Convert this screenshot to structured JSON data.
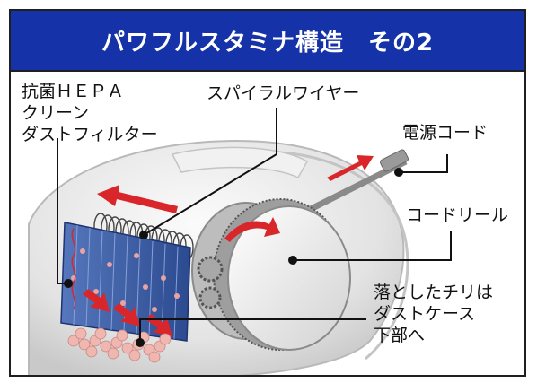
{
  "title": "パワフルスタミナ構造　その2",
  "labels": {
    "filter": [
      "抗菌ＨＥＰＡ",
      "クリーン",
      "ダストフィルター"
    ],
    "spiral_wire": "スパイラルワイヤー",
    "power_cord": "電源コード",
    "cord_reel": "コードリール",
    "dust_fall": [
      "落としたチリは",
      "ダストケース",
      "下部へ"
    ]
  },
  "colors": {
    "title_bg": "#1532a8",
    "title_text": "#ffffff",
    "arrow_red": "#d8262a",
    "filter_blue": "#3c5fa8",
    "body_gray": "#e6e6e6"
  }
}
